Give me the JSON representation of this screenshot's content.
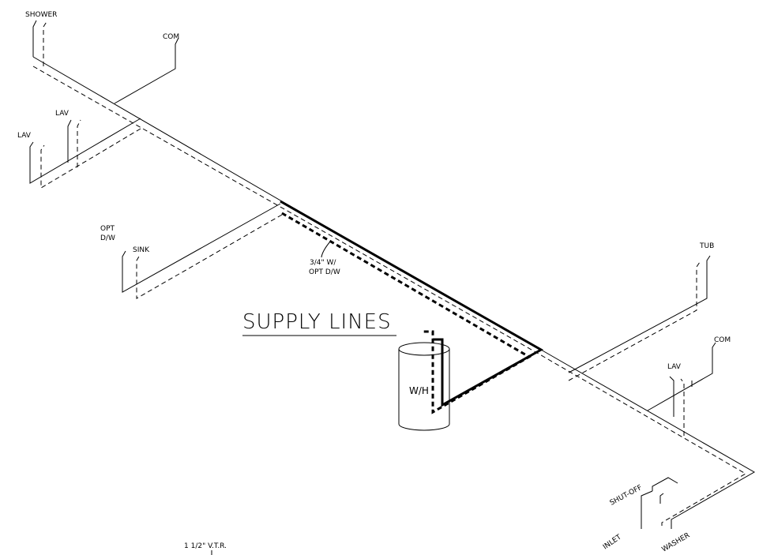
{
  "diagram": {
    "title": "SUPPLY LINES",
    "labels": {
      "shower": "SHOWER",
      "com_top": "COM",
      "lav_1": "LAV",
      "lav_2": "LAV",
      "opt_dw_line1": "OPT",
      "opt_dw_line2": "D/W",
      "sink": "SINK",
      "note_line1": "3/4\" W/",
      "note_line2": "OPT D/W",
      "water_heater": "W/H",
      "tub": "TUB",
      "com_right": "COM",
      "lav_right": "LAV",
      "shut_off": "SHUT-OFF",
      "inlet": "INLET",
      "washer": "WASHER",
      "vtr": "1 1/2\" V.T.R."
    }
  }
}
